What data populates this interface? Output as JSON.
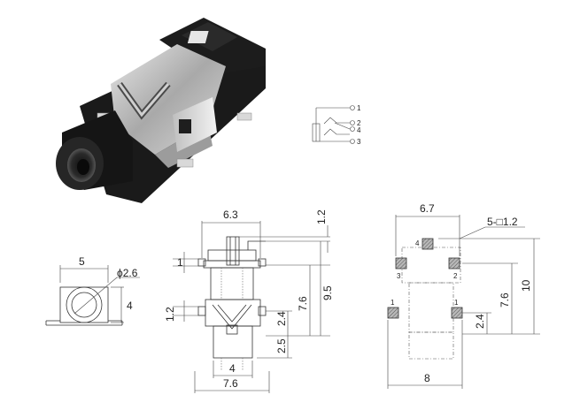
{
  "schematic": {
    "pins": [
      "1",
      "2",
      "4",
      "3"
    ]
  },
  "front_view": {
    "width": "5",
    "height": "4",
    "bore": "ϕ2.6"
  },
  "side_view": {
    "width_top": "6.3",
    "width_bottom": "7.6",
    "inner_width": "4",
    "left_1": "1",
    "left_1_2": "1.2",
    "right_1_2": "1.2",
    "height_7_6": "7.6",
    "height_9_5": "9.5",
    "right_2_4": "2.4",
    "right_2_5": "2.5"
  },
  "footprint": {
    "width_top": "6.7",
    "width_bottom": "8",
    "pad_label": "5-□1.2",
    "height_7_6": "7.6",
    "height_10": "10",
    "height_2_4": "2.4",
    "pins": [
      "4",
      "3",
      "2",
      "1",
      "1"
    ]
  }
}
